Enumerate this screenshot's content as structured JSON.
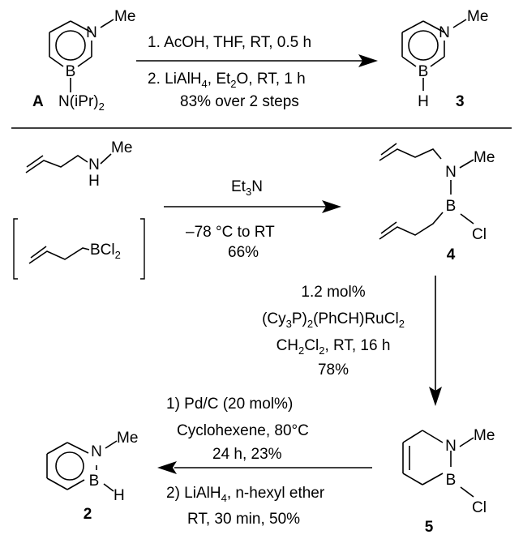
{
  "scheme": {
    "top": {
      "reactant": {
        "label": "A",
        "n_substituent": "Me",
        "n_atom": "N",
        "b_atom": "B",
        "b_substituent": "N(iPr)",
        "b_substituent_sub": "2"
      },
      "conditions_above": "1. AcOH, THF, RT, 0.5 h",
      "conditions_below": {
        "prefix": "2. LiAlH",
        "sub1": "4",
        "mid": ", Et",
        "sub2": "2",
        "suffix": "O, RT, 1 h"
      },
      "yield": "83% over 2 steps",
      "product": {
        "label": "3",
        "n_atom": "N",
        "n_substituent": "Me",
        "b_atom": "B",
        "b_substituent": "H"
      }
    },
    "middle": {
      "amine": {
        "n_atom": "N",
        "h_atom": "H",
        "n_substituent": "Me"
      },
      "borane": {
        "group": "BCl",
        "group_sub": "2"
      },
      "reagent": {
        "prefix": "Et",
        "sub": "3",
        "suffix": "N"
      },
      "conditions": "–78 °C  to RT",
      "yield": "66%",
      "product": {
        "label": "4",
        "n_atom": "N",
        "n_substituent": "Me",
        "b_atom": "B",
        "b_substituent": "Cl"
      }
    },
    "rcm": {
      "loading": "1.2 mol%",
      "catalyst": {
        "p1": "(Cy",
        "s1": "3",
        "p2": "P)",
        "s2": "2",
        "p3": "(PhCH)RuCl",
        "s3": "2"
      },
      "solvent": {
        "p1": "CH",
        "s1": "2",
        "p2": "Cl",
        "s2": "2",
        "p3": ", RT, 16 h"
      },
      "yield": "78%",
      "product": {
        "label": "5",
        "n_atom": "N",
        "n_substituent": "Me",
        "b_atom": "B",
        "b_substituent": "Cl"
      }
    },
    "bottom": {
      "step1_line1": "1) Pd/C (20 mol%)",
      "step1_line2": "Cyclohexene, 80°C",
      "step1_line3": "24 h, 23%",
      "step2_line1": {
        "prefix": "2) LiAlH",
        "sub": "4",
        "suffix": ", n-hexyl ether"
      },
      "step2_line2": "RT, 30 min, 50%",
      "product": {
        "label": "2",
        "n_atom": "N",
        "n_substituent": "Me",
        "b_atom": "B",
        "b_substituent": "H"
      }
    }
  }
}
